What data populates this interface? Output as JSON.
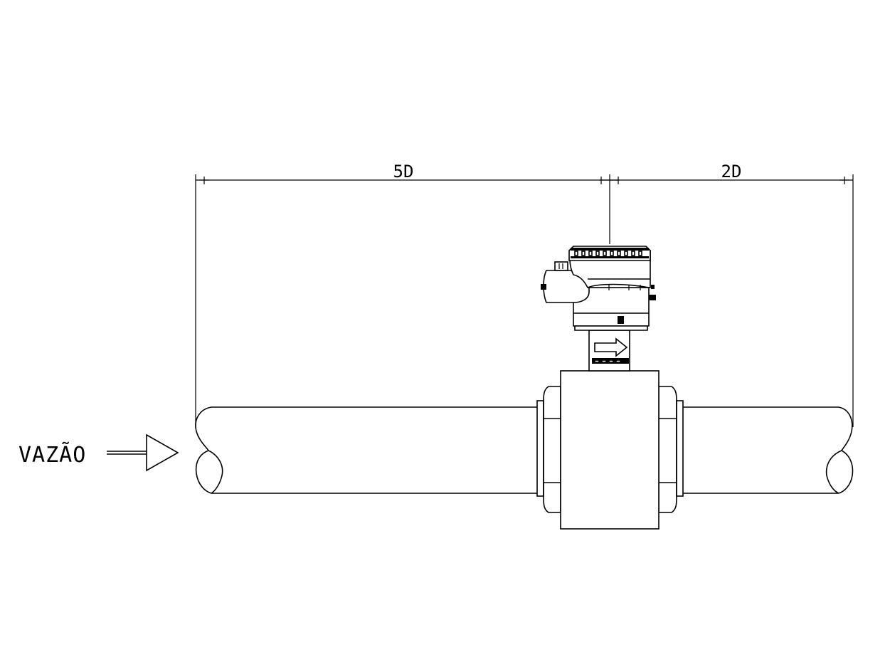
{
  "diagram": {
    "flow_label": "VAZÃO",
    "upstream_dimension": "5D",
    "downstream_dimension": "2D",
    "line_color": "#000000",
    "background_color": "#ffffff"
  },
  "icons": {
    "flow_direction": "arrow-right-icon",
    "meter_direction": "arrow-right-icon"
  }
}
